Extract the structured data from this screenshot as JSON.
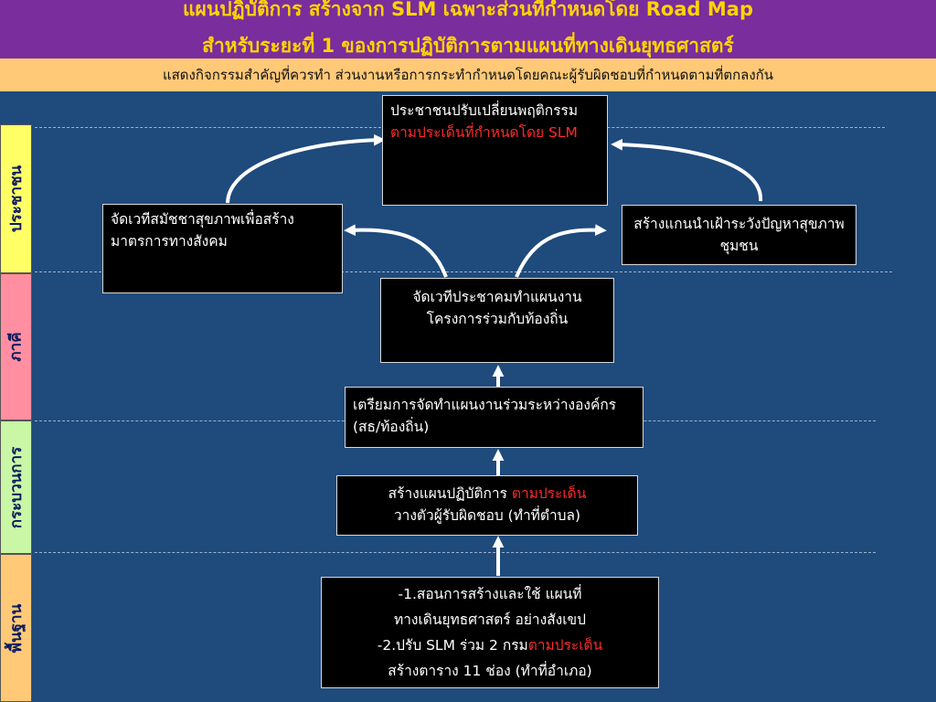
{
  "header": {
    "title_line1": "แผนปฏิบัติการ สร้างจาก SLM เฉพาะส่วนที่กำหนดโดย Road Map",
    "title_line2": "สำหรับระยะที่ 1 ของการปฏิบัติการตามแผนที่ทางเดินยุทธศาสตร์",
    "subtitle": "แสดงกิจกรรมสำคัญที่ควรทำ ส่วนงานหรือการกระทำกำหนดโดยคณะผู้รับผิดชอบที่กำหนดตามที่ตกลงกัน"
  },
  "bands": [
    {
      "label": "ประชาชน",
      "color": "#ffff66"
    },
    {
      "label": "ภาคี",
      "color": "#ff8fa0"
    },
    {
      "label": "กระบวนการ",
      "color": "#c9f7a5"
    },
    {
      "label": "พื้นฐาน",
      "color": "#ffc977"
    }
  ],
  "boxes": {
    "people_change": {
      "text": "ประชาชนปรับเปลี่ยนพฤติกรรม ",
      "highlight": "ตามประเด็นที่กำหนดโดย SLM"
    },
    "health_forum": {
      "text": " จัดเวทีสมัชชาสุขภาพเพื่อสร้างมาตรการทางสังคม"
    },
    "leaders": {
      "text": "สร้างแกนนำเฝ้าระวังปัญหาสุขภาพชุมชน"
    },
    "civic_forum": {
      "text": "จัดเวทีประชาคมทำแผนงานโครงการร่วมกับท้องถิ่น"
    },
    "joint_plan": {
      "text": "เตรียมการจัดทำแผนงานร่วมระหว่างองค์กร (สธ/ท้องถิ่น)"
    },
    "action_plan": {
      "line1_text": "สร้างแผนปฏิบัติการ ",
      "line1_highlight": "ตามประเด็น",
      "line2": "วางตัวผู้รับผิดชอบ (ทำที่ตำบล)"
    },
    "foundation": {
      "line1": "-1.สอนการสร้างและใช้ แผนที่",
      "line2": "ทางเดินยุทธศาสตร์ อย่างสังเขป",
      "line3_text": "-2.ปรับ SLM ร่วม 2 กรม",
      "line3_highlight": "ตามประเด็น",
      "line4": "สร้างตาราง 11 ช่อง (ทำที่อำเภอ)"
    }
  }
}
